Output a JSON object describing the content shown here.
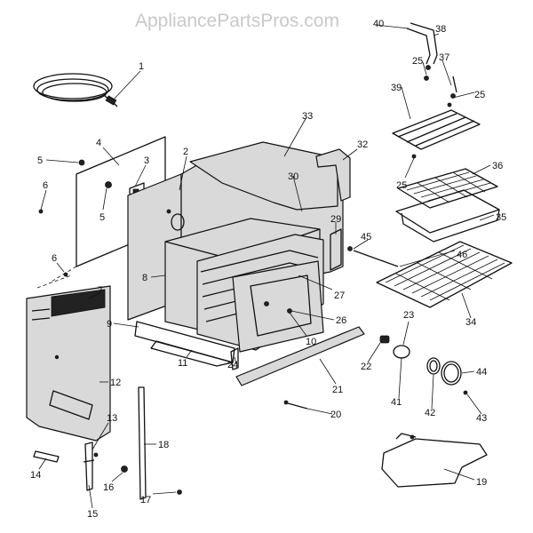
{
  "watermark": "AppliancePartsPros.com",
  "callouts": [
    {
      "id": "1",
      "label": "1"
    },
    {
      "id": "2",
      "label": "2"
    },
    {
      "id": "3",
      "label": "3"
    },
    {
      "id": "4",
      "label": "4"
    },
    {
      "id": "5a",
      "label": "5"
    },
    {
      "id": "5b",
      "label": "5"
    },
    {
      "id": "6a",
      "label": "6"
    },
    {
      "id": "6b",
      "label": "6"
    },
    {
      "id": "7",
      "label": "7"
    },
    {
      "id": "8",
      "label": "8"
    },
    {
      "id": "9",
      "label": "9"
    },
    {
      "id": "10",
      "label": "10"
    },
    {
      "id": "11",
      "label": "11"
    },
    {
      "id": "12",
      "label": "12"
    },
    {
      "id": "13",
      "label": "13"
    },
    {
      "id": "14",
      "label": "14"
    },
    {
      "id": "15",
      "label": "15"
    },
    {
      "id": "16",
      "label": "16"
    },
    {
      "id": "17",
      "label": "17"
    },
    {
      "id": "18",
      "label": "18"
    },
    {
      "id": "19",
      "label": "19"
    },
    {
      "id": "20",
      "label": "20"
    },
    {
      "id": "21",
      "label": "21"
    },
    {
      "id": "22",
      "label": "22"
    },
    {
      "id": "23",
      "label": "23"
    },
    {
      "id": "24",
      "label": "24"
    },
    {
      "id": "25a",
      "label": "25"
    },
    {
      "id": "25b",
      "label": "25"
    },
    {
      "id": "25c",
      "label": "25"
    },
    {
      "id": "26",
      "label": "26"
    },
    {
      "id": "27",
      "label": "27"
    },
    {
      "id": "29",
      "label": "29"
    },
    {
      "id": "30",
      "label": "30"
    },
    {
      "id": "32",
      "label": "32"
    },
    {
      "id": "33",
      "label": "33"
    },
    {
      "id": "34",
      "label": "34"
    },
    {
      "id": "35",
      "label": "35"
    },
    {
      "id": "36",
      "label": "36"
    },
    {
      "id": "37",
      "label": "37"
    },
    {
      "id": "38",
      "label": "38"
    },
    {
      "id": "39",
      "label": "39"
    },
    {
      "id": "40",
      "label": "40"
    },
    {
      "id": "41",
      "label": "41"
    },
    {
      "id": "42",
      "label": "42"
    },
    {
      "id": "43",
      "label": "43"
    },
    {
      "id": "44",
      "label": "44"
    },
    {
      "id": "45",
      "label": "45"
    },
    {
      "id": "46",
      "label": "46"
    }
  ]
}
